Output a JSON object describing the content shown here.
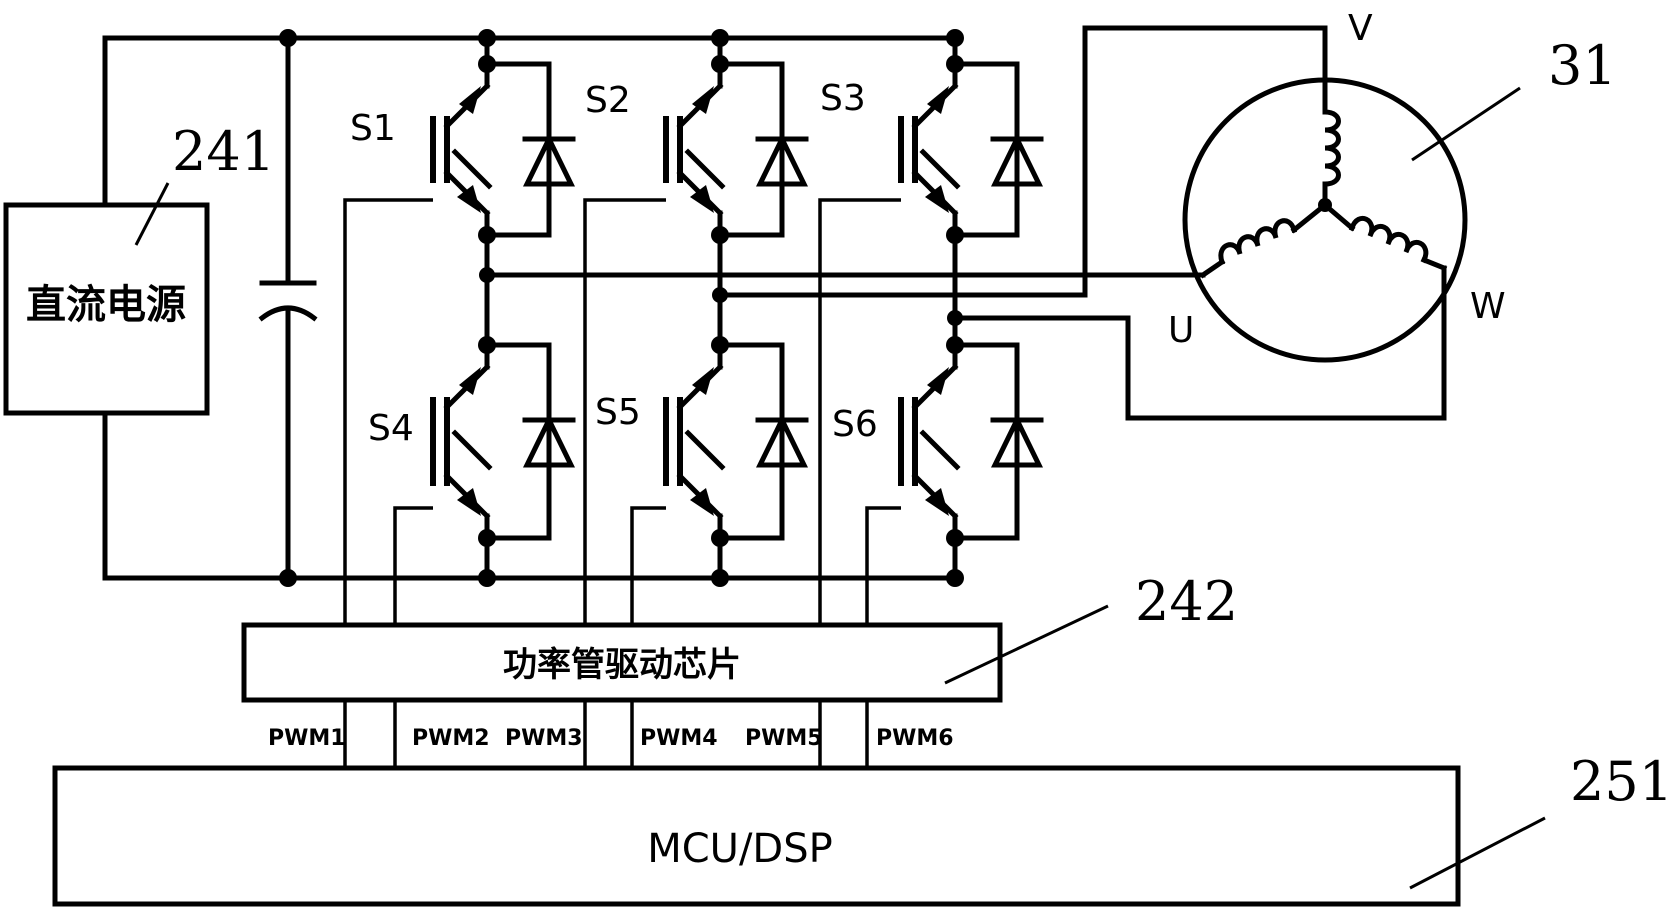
{
  "power_supply": {
    "label": "直流电源",
    "ref": "241"
  },
  "driver_chip": {
    "label": "功率管驱动芯片",
    "ref": "242"
  },
  "controller": {
    "label": "MCU/DSP",
    "ref": "251"
  },
  "motor": {
    "ref": "31",
    "phase_u": "U",
    "phase_v": "V",
    "phase_w": "W"
  },
  "switches": [
    "S1",
    "S2",
    "S3",
    "S4",
    "S5",
    "S6"
  ],
  "pwm_signals": [
    "PWM1",
    "PWM2",
    "PWM3",
    "PWM4",
    "PWM5",
    "PWM6"
  ]
}
